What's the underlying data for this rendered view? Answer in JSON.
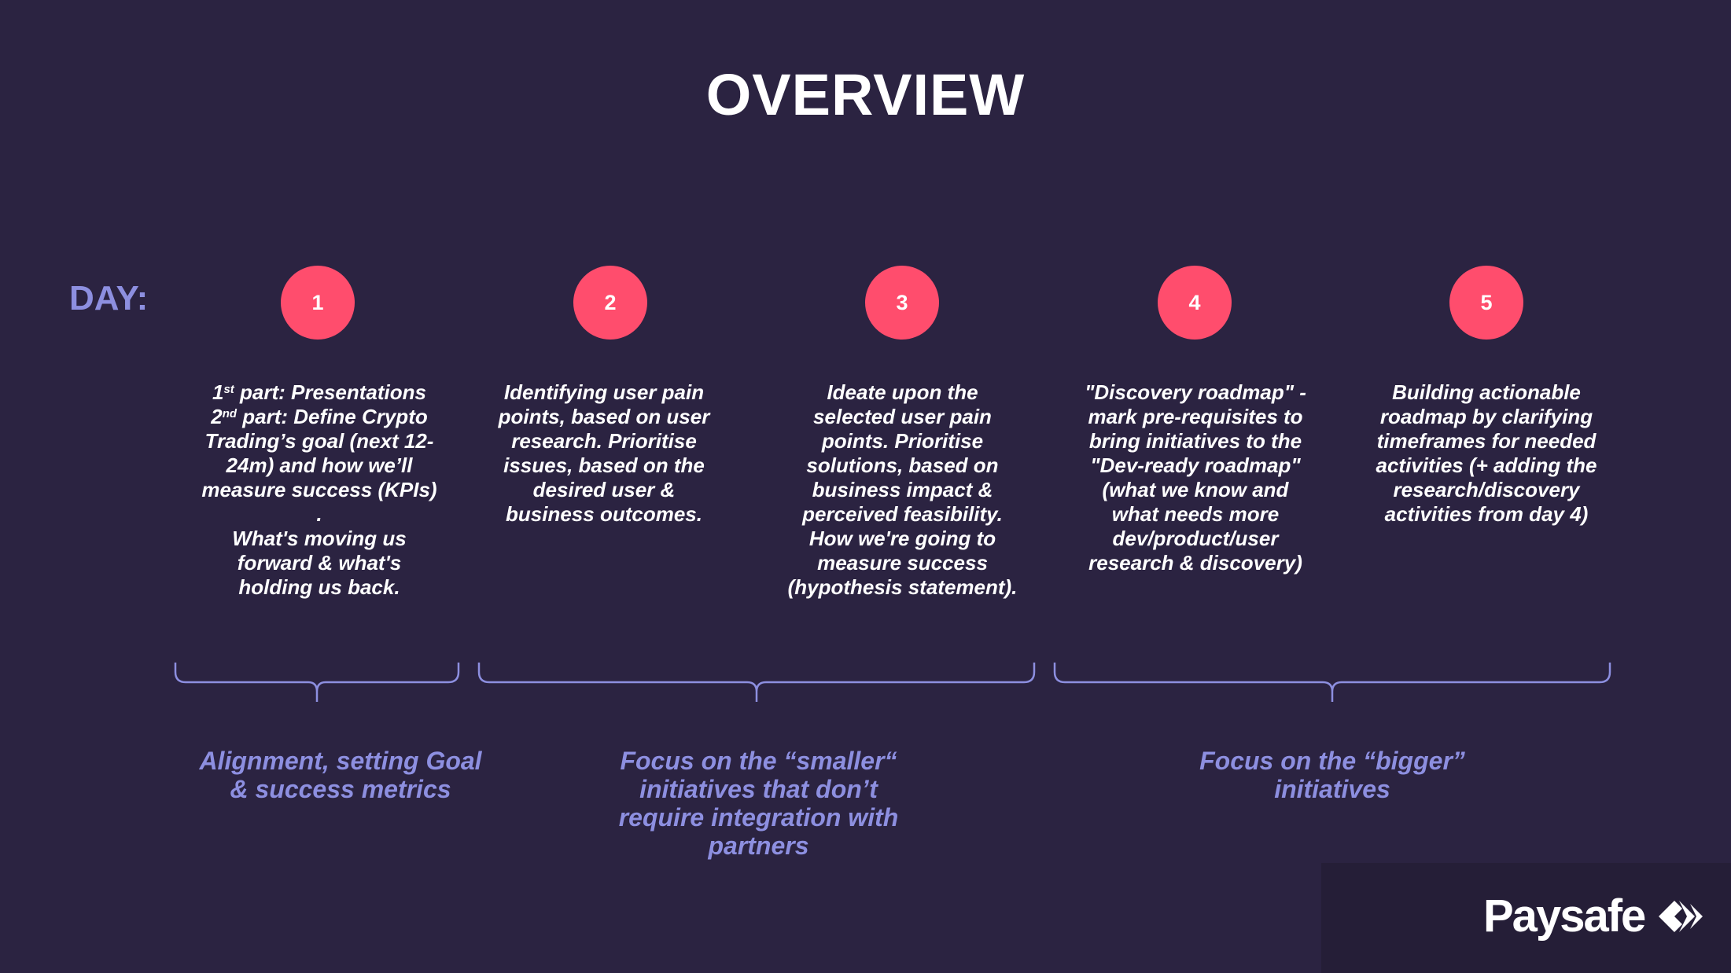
{
  "title": "OVERVIEW",
  "day_label": "DAY:",
  "days": [
    {
      "number": "1",
      "line1_sup": "st",
      "line1_rest": " part: Presentations",
      "line2_sup": "nd",
      "line2_rest": " part: Define Crypto Trading’s goal (next 12-24m) and how we’ll measure success (KPIs) .",
      "line3": "What's moving us forward & what's holding us back."
    },
    {
      "number": "2",
      "text": "Identifying user pain points, based on user research. Prioritise issues, based on the desired user & business outcomes."
    },
    {
      "number": "3",
      "text": "Ideate upon the selected user pain points. Prioritise solutions, based on business impact & perceived feasibility. How we're going to measure success (hypothesis statement)."
    },
    {
      "number": "4",
      "text": "\"Discovery roadmap\" - mark pre-requisites to bring initiatives to the \"Dev-ready roadmap\" (what we know and what needs more dev/product/user research & discovery)"
    },
    {
      "number": "5",
      "text": "Building actionable roadmap by clarifying timeframes for needed activities (+ adding the research/discovery activities from day 4)"
    }
  ],
  "phases": [
    {
      "text": "Alignment, setting Goal & success metrics"
    },
    {
      "text": "Focus on the “smaller“ initiatives that don’t require integration with partners"
    },
    {
      "text": "Focus on the “bigger” initiatives"
    }
  ],
  "brand": {
    "name": "Paysafe",
    "logo_icon": "double-diamond-arrow-icon"
  },
  "colors": {
    "background": "#2b2341",
    "accent": "#ff4d6d",
    "lavender": "#8d8fe0",
    "text": "#ffffff"
  }
}
